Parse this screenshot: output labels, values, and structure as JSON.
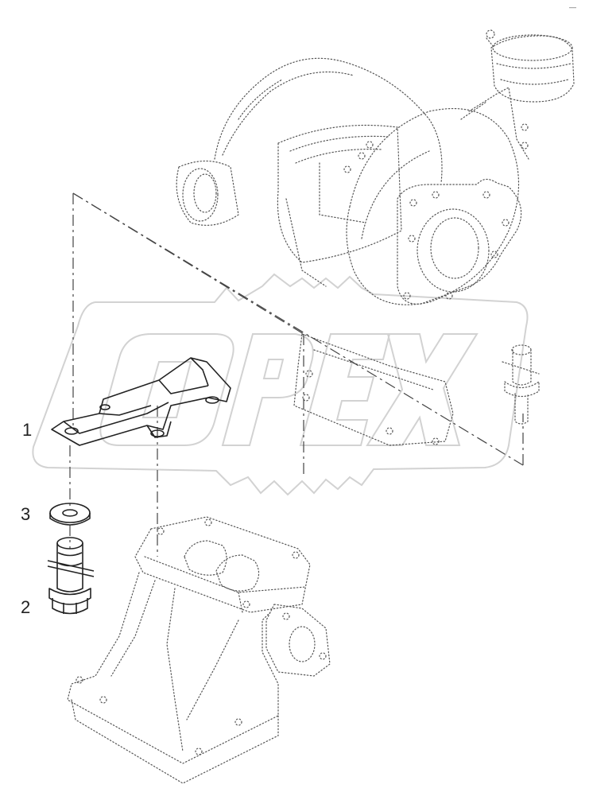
{
  "corner_mark": "—",
  "watermark_text": "OPEX",
  "callouts": [
    {
      "id": "1",
      "label": "1"
    },
    {
      "id": "3",
      "label": "3"
    },
    {
      "id": "2",
      "label": "2"
    }
  ],
  "colors": {
    "background": "#ffffff",
    "line": "#222222",
    "phantom_line": "#555555",
    "watermark": "#d2d2d2"
  }
}
